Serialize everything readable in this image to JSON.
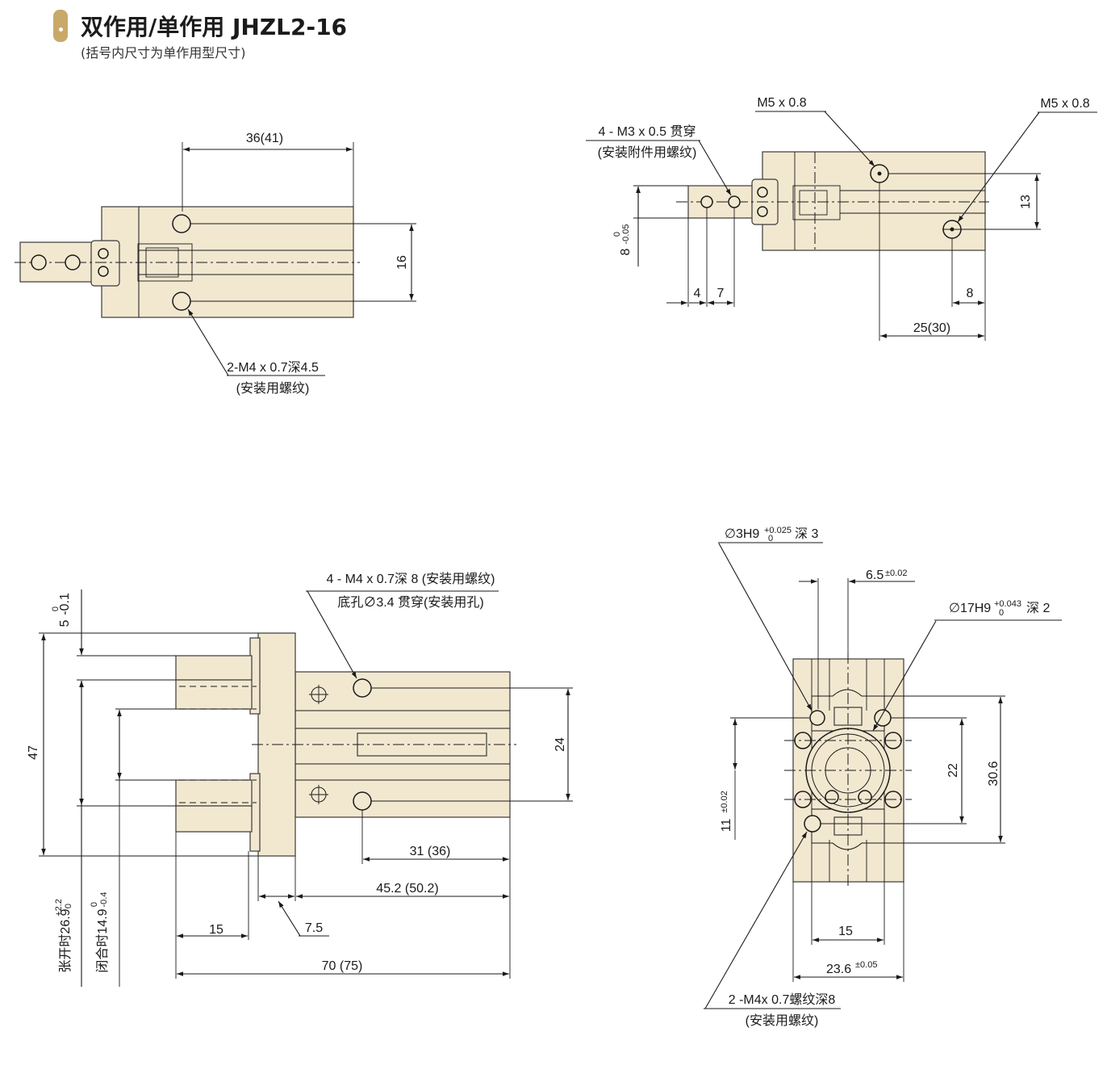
{
  "header": {
    "title": "双作用/单作用 JHZL2-16",
    "subtitle": "(括号内尺寸为单作用型尺寸)",
    "accent_color": "#c8a96a"
  },
  "colors": {
    "body_fill": "#f2e8d0",
    "line": "#1a1a1a"
  },
  "views": {
    "top_left": {
      "dim_length": "36(41)",
      "dim_pitch": "16",
      "callout_line1": "2-M4 x 0.7深4.5",
      "callout_line2": "(安装用螺纹)"
    },
    "top_right": {
      "callout_accessory_1": "4 - M3 x 0.5 贯穿",
      "callout_accessory_2": "(安装附件用螺纹)",
      "callout_port_a": "M5 x 0.8",
      "callout_port_b": "M5 x 0.8",
      "dim_jaw_width": "8",
      "dim_jaw_width_tol_upper": "0",
      "dim_jaw_width_tol_lower": "-0.05",
      "dim_4": "4",
      "dim_7": "7",
      "dim_13": "13",
      "dim_8": "8",
      "dim_25": "25(30)"
    },
    "bottom_left": {
      "callout_line1": "4 - M4 x 0.7深 8 (安装用螺纹)",
      "callout_line2": "底孔∅3.4 贯穿(安装用孔)",
      "dim_5": "5",
      "dim_5_tol_upper": "0",
      "dim_5_tol_lower": "-0.1",
      "dim_47": "47",
      "dim_24": "24",
      "dim_31": "31 (36)",
      "dim_45": "45.2 (50.2)",
      "dim_15": "15",
      "dim_7_5": "7.5",
      "dim_70": "70 (75)",
      "dim_open": "张开时26.9",
      "dim_open_tol_upper": "+2.2",
      "dim_open_tol_lower": "0",
      "dim_close": "闭合时14.9",
      "dim_close_tol_upper": "0",
      "dim_close_tol_lower": "-0.4"
    },
    "bottom_right": {
      "callout_pin_hole": "∅3H9",
      "callout_pin_hole_tol_upper": "+0.025",
      "callout_pin_hole_tol_lower": "0",
      "callout_pin_hole_depth": "深 3",
      "dim_6_5": "6.5",
      "dim_6_5_tol": "±0.02",
      "callout_bore": "∅17H9",
      "callout_bore_tol_upper": "+0.043",
      "callout_bore_tol_lower": "0",
      "callout_bore_depth": "深 2",
      "dim_11": "11",
      "dim_11_tol": "±0.02",
      "dim_22": "22",
      "dim_30_6": "30.6",
      "dim_15": "15",
      "dim_23_6": "23.6",
      "dim_23_6_tol": "±0.05",
      "callout_line1": "2 -M4x 0.7螺纹深8",
      "callout_line2": "(安装用螺纹)"
    }
  }
}
